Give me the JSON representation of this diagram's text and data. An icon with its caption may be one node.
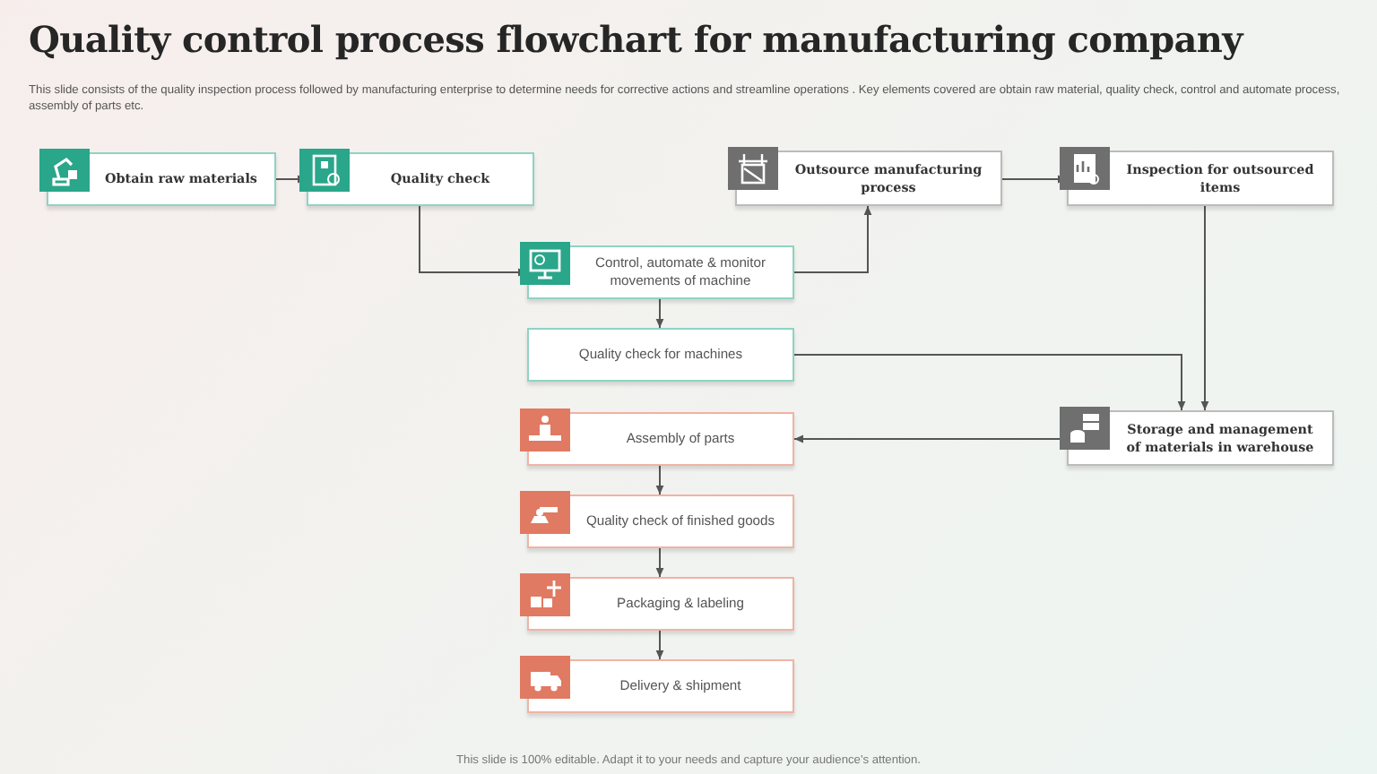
{
  "diagram": {
    "title": "Quality control process flowchart for manufacturing company",
    "nodes": [
      {
        "text": [
          "Obtain raw materials"
        ]
      },
      {
        "text": [
          "Quality check"
        ]
      },
      {
        "text": [
          "Control, automate & monitor movements of machine"
        ]
      },
      {
        "text": [
          "Quality check for machines"
        ]
      },
      {
        "text": [
          "Outsource manufacturing process"
        ]
      },
      {
        "text": [
          "Inspection for outsourced items"
        ]
      },
      {
        "text": [
          "Storage and management of materials in warehouse"
        ]
      },
      {
        "text": [
          "Assembly of parts"
        ]
      },
      {
        "text": [
          "Quality check of finished goods"
        ]
      },
      {
        "text": [
          "Packaging & labeling"
        ]
      },
      {
        "text": [
          "Delivery & shipment"
        ]
      }
    ],
    "edges": [
      {
        "from": 0,
        "to": 1,
        "arrow": "to"
      },
      {
        "from": 1,
        "to": 2,
        "arrow": "to"
      },
      {
        "from": 2,
        "to": 4,
        "arrow": "to"
      },
      {
        "from": 2,
        "to": 3,
        "arrow": "to"
      },
      {
        "from": 4,
        "to": 5,
        "arrow": "to"
      },
      {
        "from": 5,
        "to": 6,
        "arrow": "to"
      },
      {
        "from": 3,
        "to": 6,
        "arrow": "to"
      },
      {
        "from": 6,
        "to": 7,
        "arrow": "to"
      },
      {
        "from": 7,
        "to": 8,
        "arrow": "to"
      },
      {
        "from": 8,
        "to": 9,
        "arrow": "to"
      },
      {
        "from": 9,
        "to": 10,
        "arrow": "to"
      }
    ],
    "labels": [
      "This slide consists of the quality inspection process followed by manufacturing enterprise to determine needs for corrective actions and streamline operations . Key elements covered are obtain raw material, quality check, control and automate process, assembly of parts etc.",
      "This slide is 100% editable. Adapt it to your needs and capture your audience's attention."
    ]
  }
}
